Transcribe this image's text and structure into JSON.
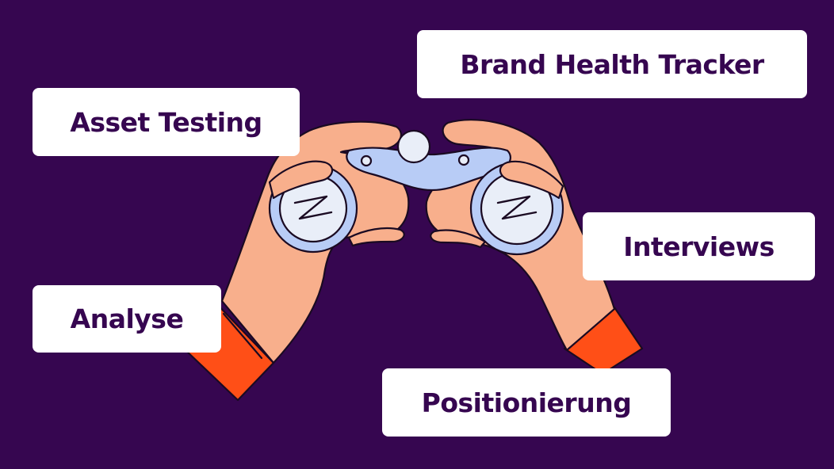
{
  "tags": {
    "brand_health_tracker": "Brand Health Tracker",
    "asset_testing": "Asset Testing",
    "interviews": "Interviews",
    "analyse": "Analyse",
    "positionierung": "Positionierung"
  },
  "colors": {
    "background": "#360650",
    "tag_background": "#ffffff",
    "tag_text": "#360650",
    "skin": "#F8AF8C",
    "sleeve": "#FF4F17",
    "binoculars": "#B8CCF6",
    "lens": "#E9EEF8"
  },
  "icons": [
    "hands-holding-binoculars-illustration"
  ]
}
